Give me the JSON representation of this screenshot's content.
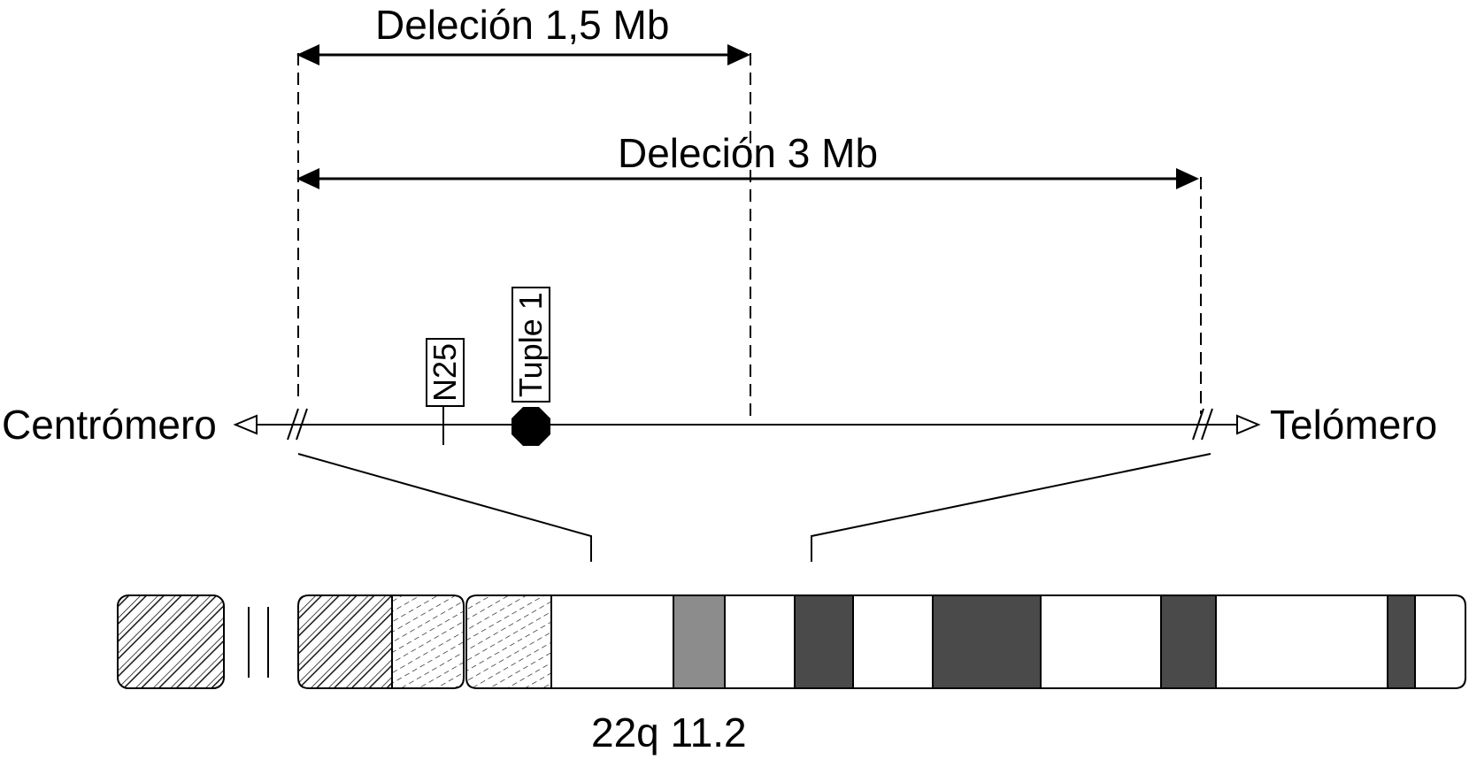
{
  "labels": {
    "deletion_small": "Deleción 1,5 Mb",
    "deletion_large": "Deleción 3 Mb",
    "centromere": "Centrómero",
    "telomere": "Telómero",
    "marker_n25": "N25",
    "marker_tuple1": "Tuple 1",
    "band": "22q 11.2"
  },
  "colors": {
    "line": "#000000",
    "dark_band": "#4a4a4a",
    "medium_band": "#8c8c8c",
    "light_band": "#ffffff"
  }
}
